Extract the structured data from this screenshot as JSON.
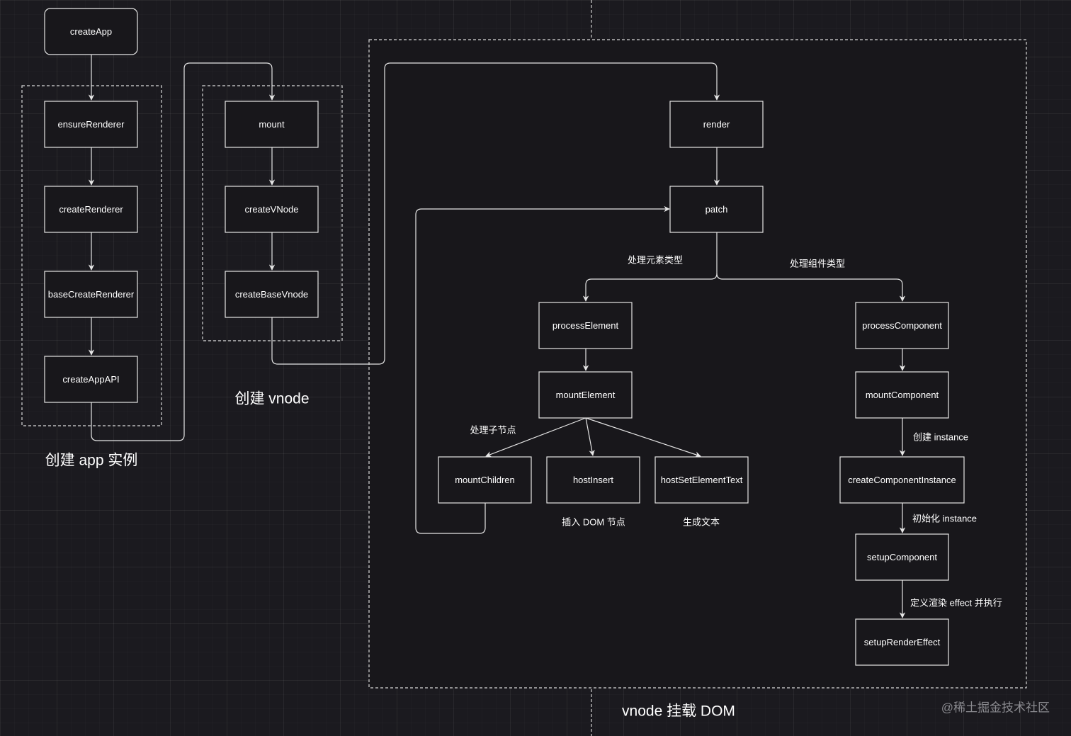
{
  "nodes": {
    "createApp": "createApp",
    "ensureRenderer": "ensureRenderer",
    "createRenderer": "createRenderer",
    "baseCreateRenderer": "baseCreateRenderer",
    "createAppAPI": "createAppAPI",
    "mount": "mount",
    "createVNode": "createVNode",
    "createBaseVnode": "createBaseVnode",
    "render": "render",
    "patch": "patch",
    "processElement": "processElement",
    "mountElement": "mountElement",
    "mountChildren": "mountChildren",
    "hostInsert": "hostInsert",
    "hostSetElementText": "hostSetElementText",
    "processComponent": "processComponent",
    "mountComponent": "mountComponent",
    "createComponentInstance": "createComponentInstance",
    "setupComponent": "setupComponent",
    "setupRenderEffect": "setupRenderEffect"
  },
  "edge_labels": {
    "process_element_type": "处理元素类型",
    "process_component_type": "处理组件类型",
    "process_children": "处理子节点",
    "insert_dom_node": "插入 DOM 节点",
    "generate_text": "生成文本",
    "create_instance": "创建 instance",
    "init_instance": "初始化 instance",
    "define_render_effect": "定义渲染 effect 并执行"
  },
  "group_labels": {
    "create_app_instance": "创建 app 实例",
    "create_vnode": "创建 vnode",
    "vnode_mount_dom": "vnode 挂载 DOM"
  },
  "watermark": "@稀土掘金技术社区",
  "colors": {
    "background": "#1b1a1f",
    "node_fill": "#18171b",
    "stroke": "#e6e6e6",
    "text": "#ffffff",
    "watermark": "#8a8a8f"
  }
}
